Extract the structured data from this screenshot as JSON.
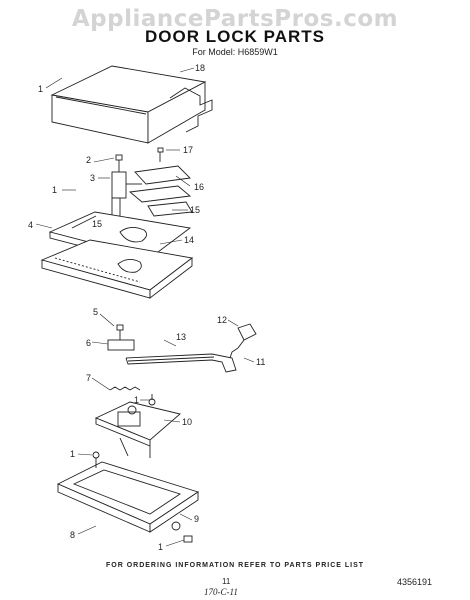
{
  "watermark": "AppliancePartsPros.com",
  "title": "DOOR LOCK PARTS",
  "model": "For Model: H6859W1",
  "callouts": {
    "c1a": "1",
    "c18": "18",
    "c17": "17",
    "c2": "2",
    "c16": "16",
    "c1b": "1",
    "c3": "3",
    "c15a": "15",
    "c15b": "15",
    "c4": "4",
    "c14": "14",
    "c5": "5",
    "c6": "6",
    "c12": "12",
    "c13": "13",
    "c11": "11",
    "c7": "7",
    "c1c": "1",
    "c10": "10",
    "c1d": "1",
    "c9": "9",
    "c8": "8",
    "c1e": "1"
  },
  "footer": "FOR ORDERING INFORMATION REFER TO PARTS PRICE LIST",
  "page_number": "11",
  "hand_note": "170-C-11",
  "doc_number": "4356191"
}
